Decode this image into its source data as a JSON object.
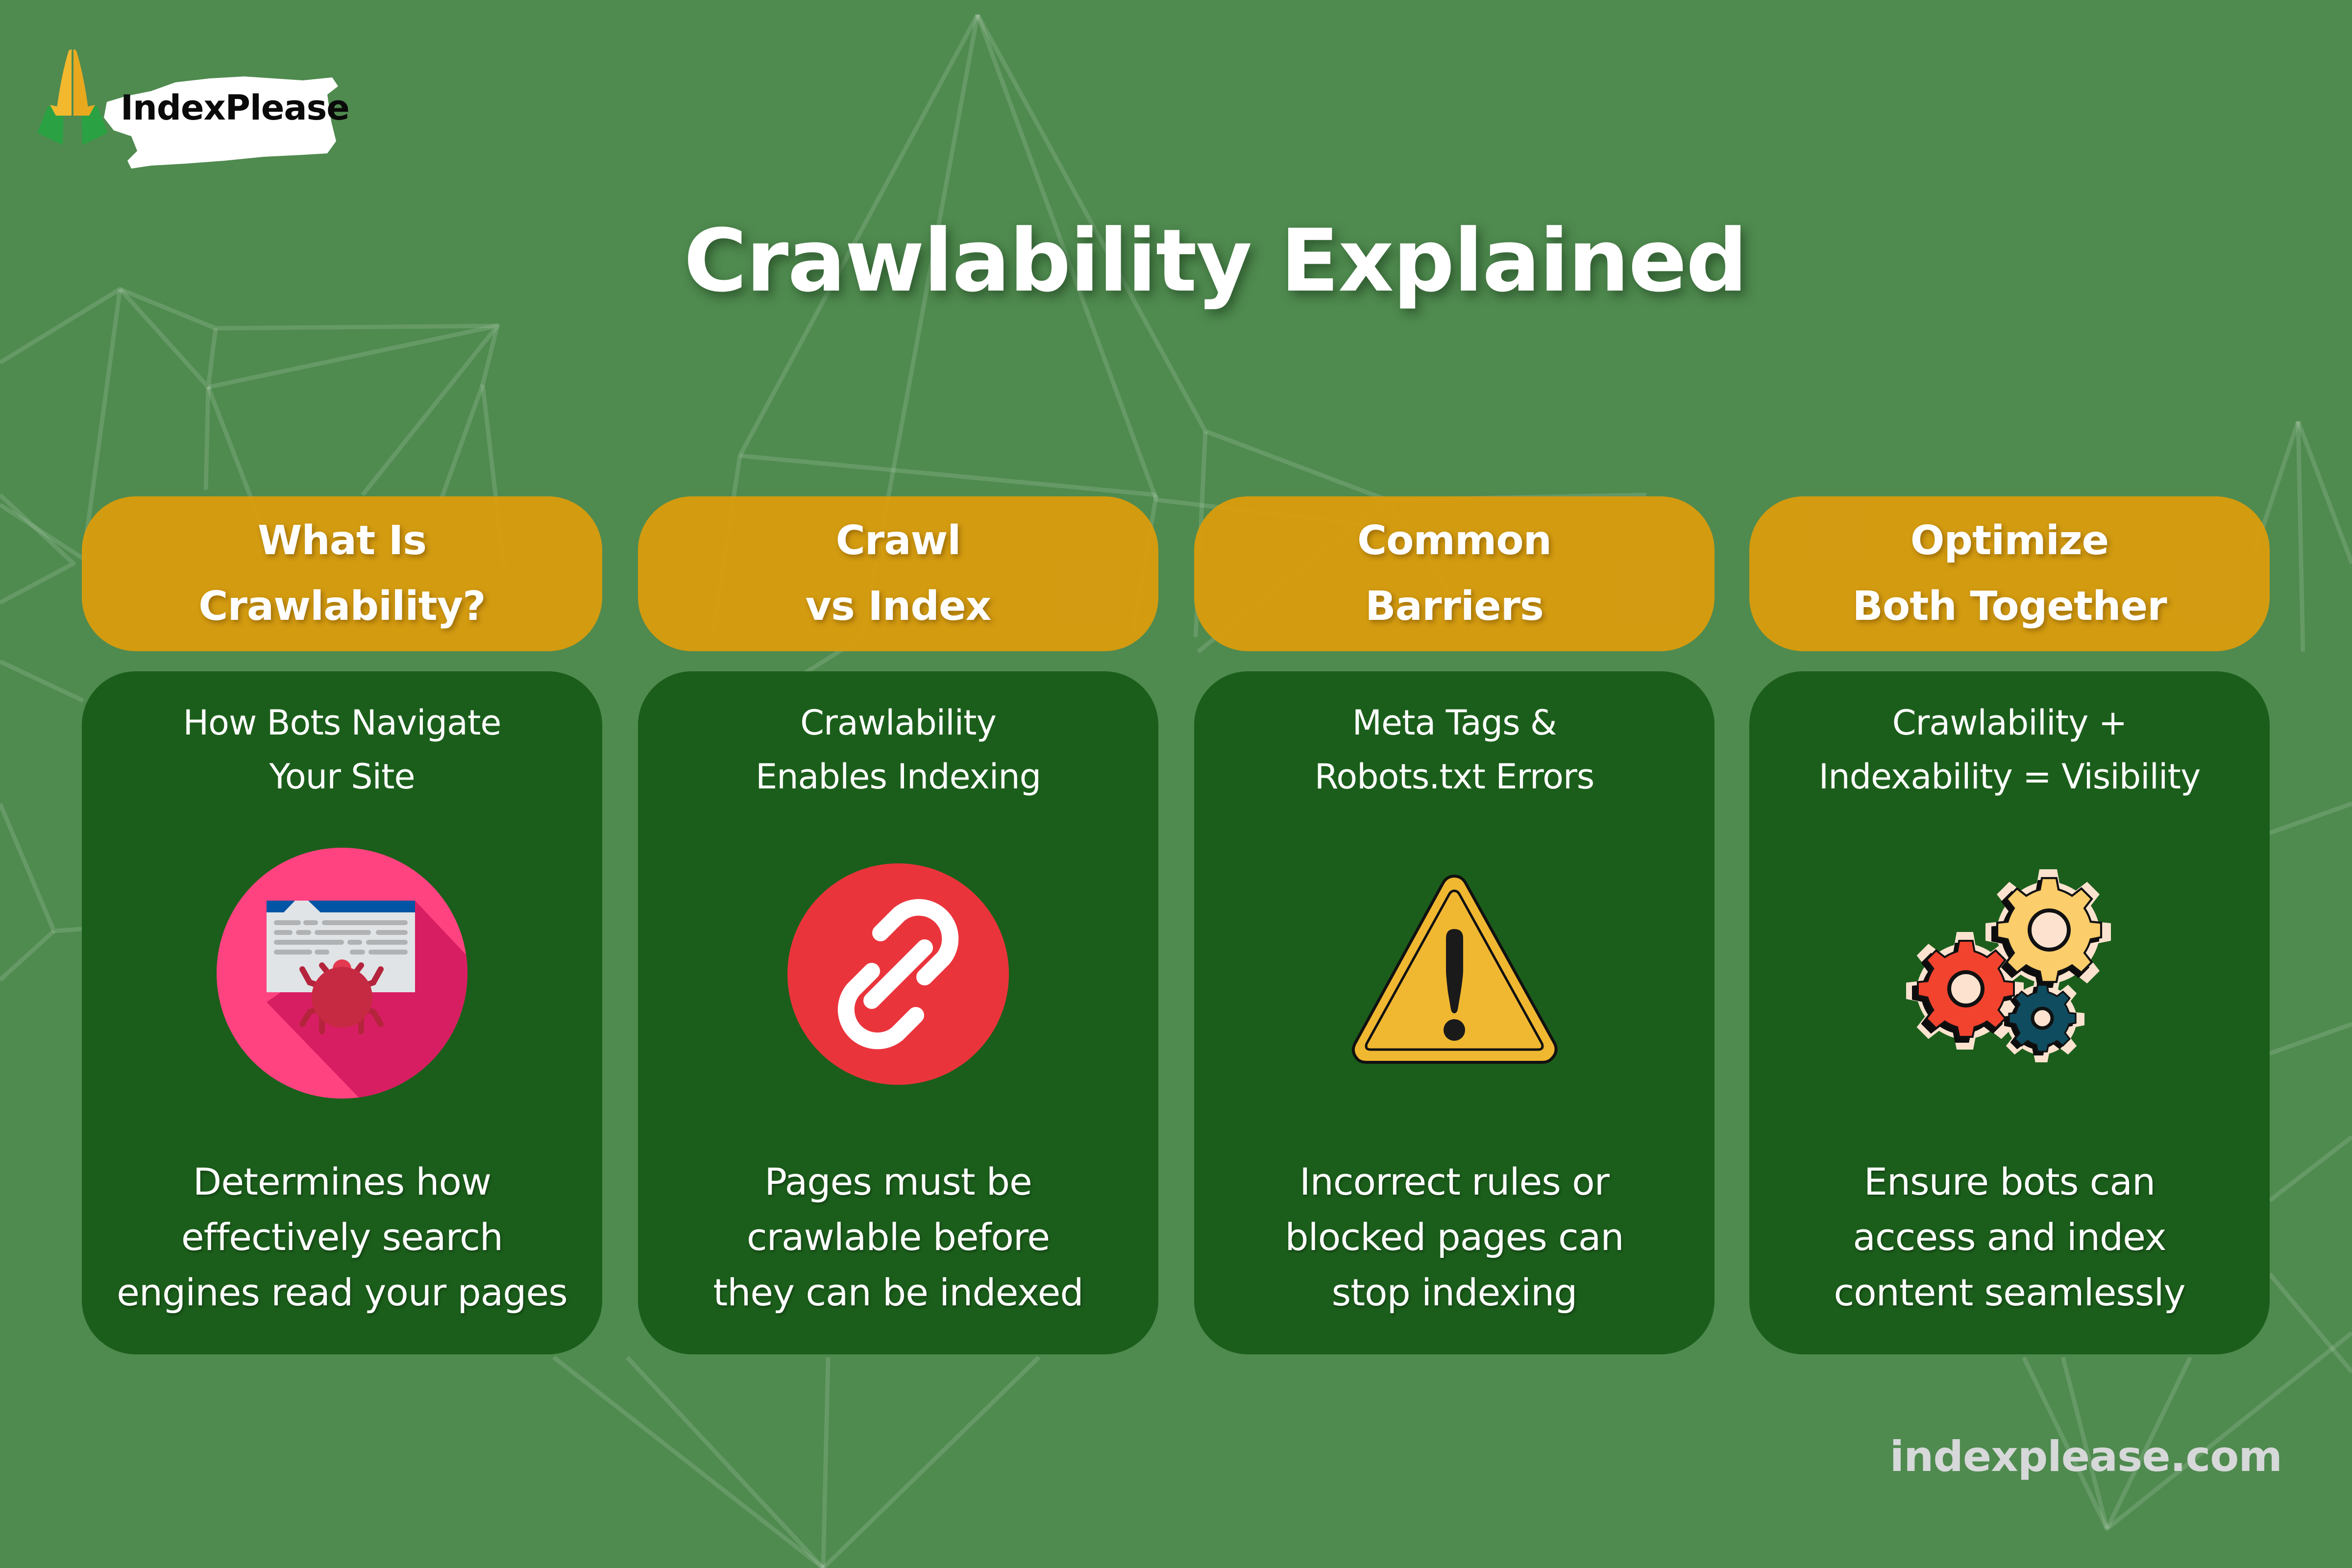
{
  "brand": {
    "logo_text": "IndexPlease",
    "logo_icon": "folded-hands-icon"
  },
  "header": {
    "title": "Crawlability Explained"
  },
  "colors": {
    "background": "#4f8a4f",
    "header_box": "#d59b12",
    "card_body": "#1b5e1b",
    "text": "#ffffff",
    "footer_text": "#d6d8d9"
  },
  "cards": [
    {
      "title_lines": [
        "What Is",
        "Crawlability?"
      ],
      "subtitle_lines": [
        "How Bots Navigate",
        "Your Site"
      ],
      "icon": "web-page-bug-icon",
      "description_lines": [
        "Determines how",
        "effectively search",
        "engines read your pages"
      ]
    },
    {
      "title_lines": [
        "Crawl",
        "vs Index"
      ],
      "subtitle_lines": [
        "Crawlability",
        "Enables Indexing"
      ],
      "icon": "link-icon",
      "description_lines": [
        "Pages must be",
        "crawlable before",
        "they can be indexed"
      ]
    },
    {
      "title_lines": [
        "Common",
        "Barriers"
      ],
      "subtitle_lines": [
        "Meta Tags &",
        "Robots.txt Errors"
      ],
      "icon": "warning-triangle-icon",
      "description_lines": [
        "Incorrect rules or",
        "blocked pages can",
        "stop indexing"
      ]
    },
    {
      "title_lines": [
        "Optimize",
        "Both Together"
      ],
      "subtitle_lines": [
        "Crawlability +",
        "Indexability = Visibility"
      ],
      "icon": "gears-icon",
      "description_lines": [
        "Ensure bots can",
        "access and index",
        "content seamlessly"
      ]
    }
  ],
  "footer": {
    "url": "indexplease.com"
  }
}
